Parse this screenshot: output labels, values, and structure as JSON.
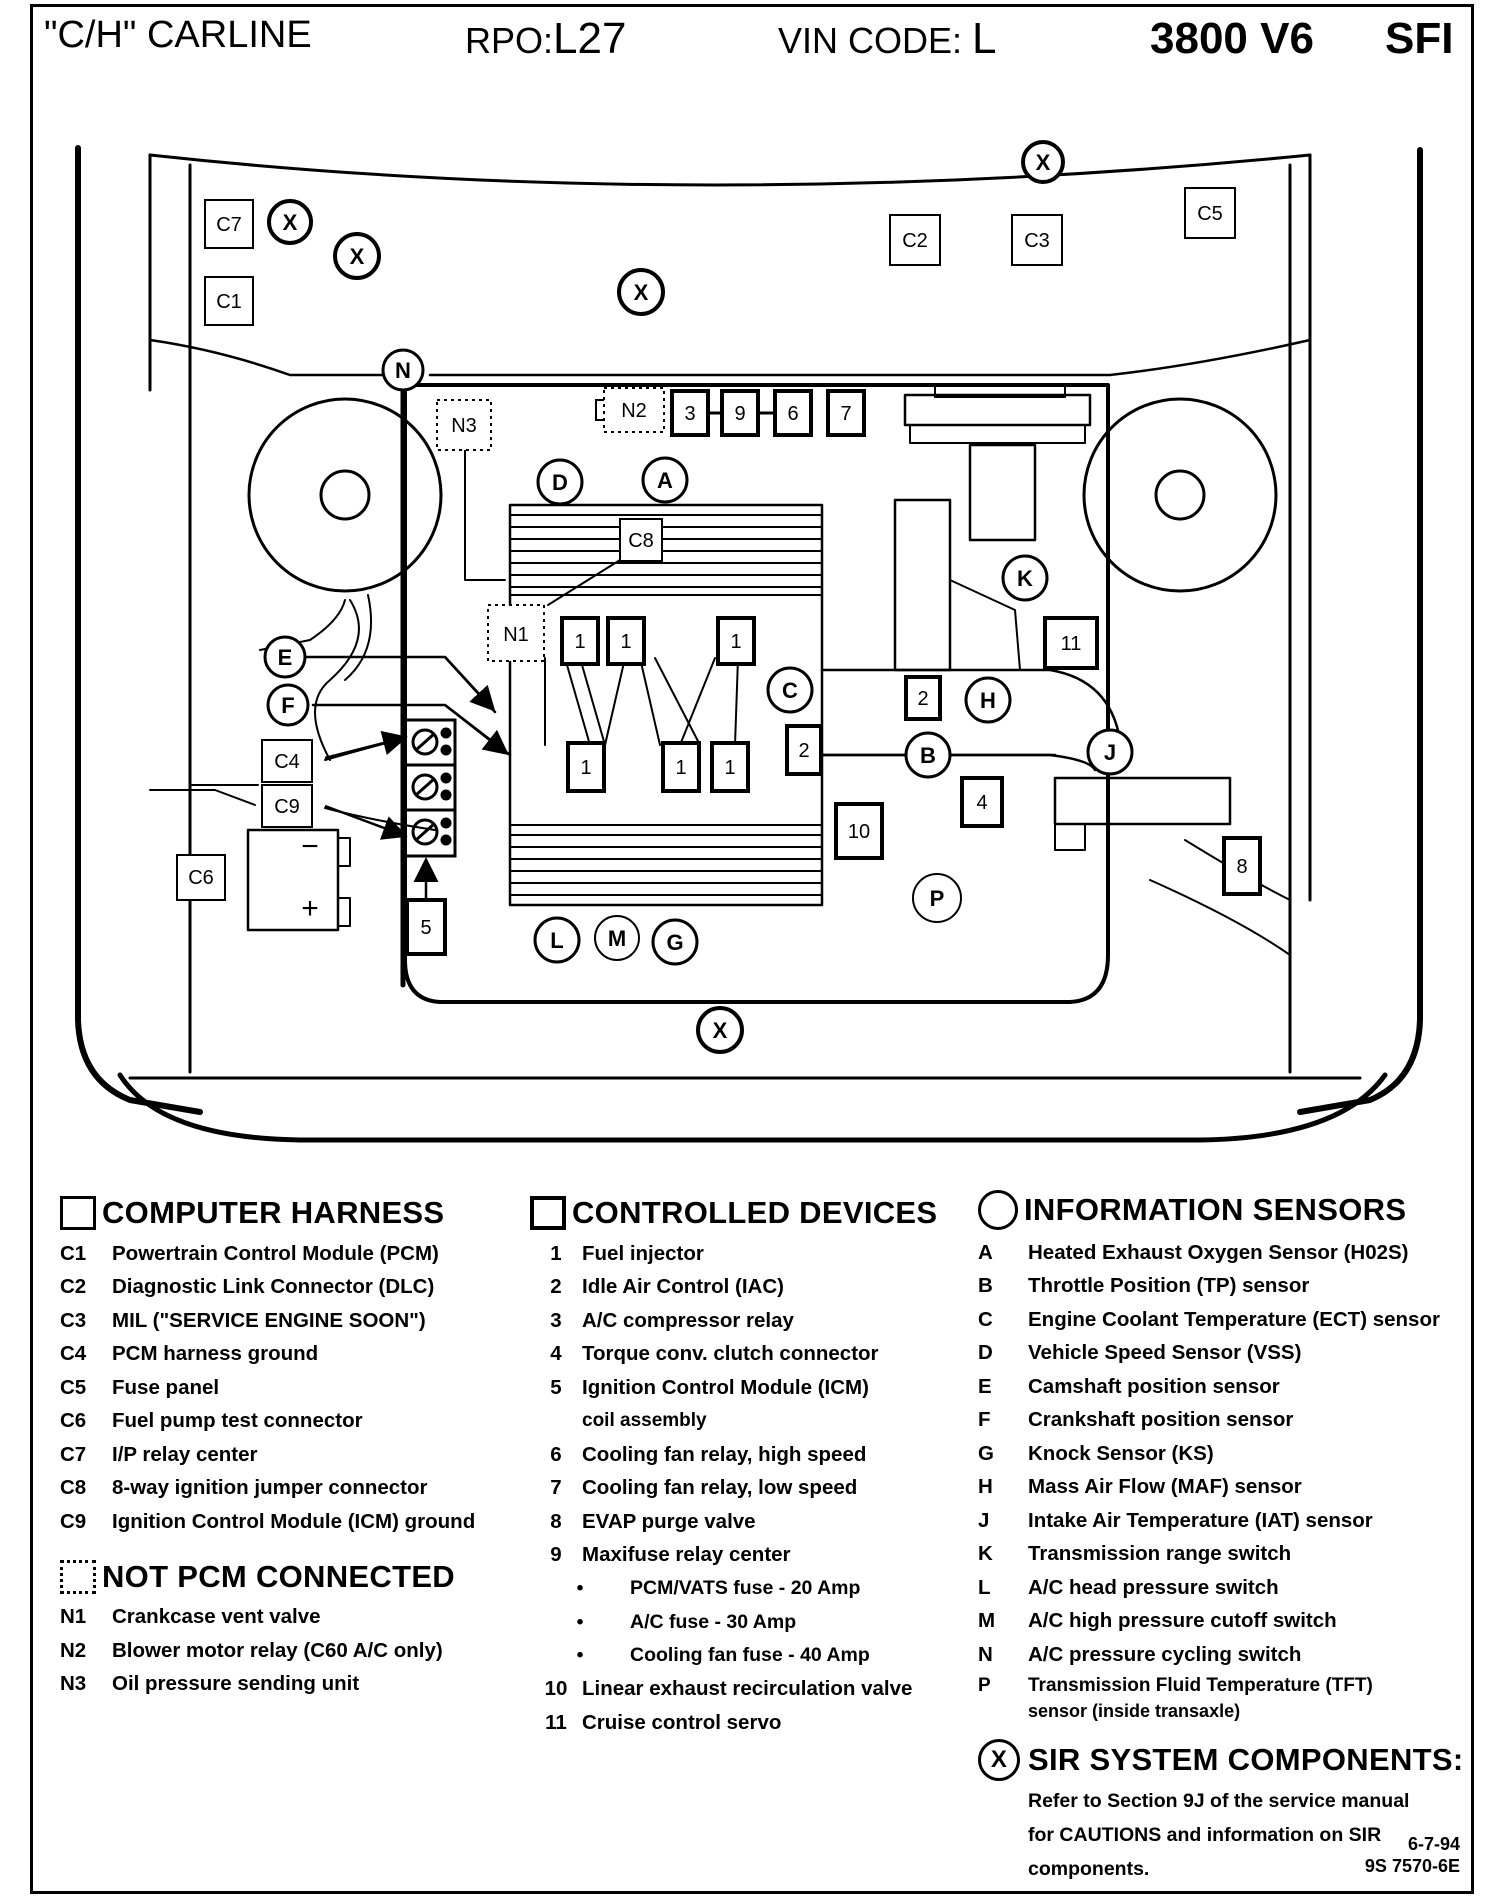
{
  "header": {
    "carline": "\"C/H\" CARLINE",
    "rpo_label": "RPO:",
    "rpo_value": "L27",
    "vin_label": "VIN CODE:",
    "vin_value": "L",
    "engine": "3800 V6",
    "injection": "SFI"
  },
  "diagram": {
    "labels": {
      "C1": "C1",
      "C2": "C2",
      "C3": "C3",
      "C4": "C4",
      "C5": "C5",
      "C6": "C6",
      "C7": "C7",
      "C8": "C8",
      "C9": "C9",
      "N1": "N1",
      "N2": "N2",
      "N3": "N3",
      "d1": "1",
      "d2": "2",
      "d3": "3",
      "d4": "4",
      "d5": "5",
      "d6": "6",
      "d7": "7",
      "d8": "8",
      "d9": "9",
      "d10": "10",
      "d11": "11",
      "A": "A",
      "B": "B",
      "C": "C",
      "D": "D",
      "E": "E",
      "F": "F",
      "G": "G",
      "H": "H",
      "J": "J",
      "K": "K",
      "L": "L",
      "M": "M",
      "N": "N",
      "P": "P",
      "X": "X",
      "minus": "−",
      "plus": "+"
    }
  },
  "legend": {
    "computer_harness": {
      "title": "COMPUTER HARNESS",
      "items": [
        {
          "code": "C1",
          "text": "Powertrain Control Module (PCM)"
        },
        {
          "code": "C2",
          "text": "Diagnostic Link Connector (DLC)"
        },
        {
          "code": "C3",
          "text": "MIL (\"SERVICE ENGINE SOON\")"
        },
        {
          "code": "C4",
          "text": "PCM harness ground"
        },
        {
          "code": "C5",
          "text": "Fuse panel"
        },
        {
          "code": "C6",
          "text": "Fuel pump test connector"
        },
        {
          "code": "C7",
          "text": "I/P relay center"
        },
        {
          "code": "C8",
          "text": "8-way ignition jumper connector"
        },
        {
          "code": "C9",
          "text": "Ignition Control Module (ICM) ground"
        }
      ]
    },
    "not_pcm_connected": {
      "title": "NOT PCM CONNECTED",
      "items": [
        {
          "code": "N1",
          "text": "Crankcase vent valve"
        },
        {
          "code": "N2",
          "text": "Blower motor relay (C60 A/C only)"
        },
        {
          "code": "N3",
          "text": "Oil pressure sending unit"
        }
      ]
    },
    "controlled_devices": {
      "title": "CONTROLLED DEVICES",
      "items": [
        {
          "code": "1",
          "text": "Fuel injector"
        },
        {
          "code": "2",
          "text": "Idle Air Control (IAC)"
        },
        {
          "code": "3",
          "text": "A/C compressor relay"
        },
        {
          "code": "4",
          "text": "Torque conv. clutch connector"
        },
        {
          "code": "5",
          "text": "Ignition Control Module (ICM)"
        },
        {
          "code": "",
          "text": "coil assembly"
        },
        {
          "code": "6",
          "text": "Cooling fan relay,  high speed"
        },
        {
          "code": "7",
          "text": "Cooling fan relay,  low speed"
        },
        {
          "code": "8",
          "text": "EVAP purge valve"
        },
        {
          "code": "9",
          "text": "Maxifuse relay center"
        },
        {
          "code": "•",
          "text": "PCM/VATS fuse - 20 Amp"
        },
        {
          "code": "•",
          "text": "A/C fuse - 30 Amp"
        },
        {
          "code": "•",
          "text": "Cooling fan fuse - 40 Amp"
        },
        {
          "code": "10",
          "text": "Linear exhaust recirculation valve"
        },
        {
          "code": "11",
          "text": "Cruise control servo"
        }
      ]
    },
    "information_sensors": {
      "title": "INFORMATION SENSORS",
      "items": [
        {
          "code": "A",
          "text": "Heated Exhaust Oxygen Sensor (H02S)"
        },
        {
          "code": "B",
          "text": "Throttle Position (TP) sensor"
        },
        {
          "code": "C",
          "text": "Engine Coolant Temperature (ECT) sensor"
        },
        {
          "code": "D",
          "text": "Vehicle  Speed Sensor (VSS)"
        },
        {
          "code": "E",
          "text": "Camshaft position sensor"
        },
        {
          "code": "F",
          "text": "Crankshaft position sensor"
        },
        {
          "code": "G",
          "text": "Knock Sensor (KS)"
        },
        {
          "code": "H",
          "text": "Mass Air Flow (MAF) sensor"
        },
        {
          "code": "J",
          "text": "Intake Air Temperature (IAT) sensor"
        },
        {
          "code": "K",
          "text": "Transmission range switch"
        },
        {
          "code": "L",
          "text": "A/C head pressure switch"
        },
        {
          "code": "M",
          "text": "A/C high pressure cutoff switch"
        },
        {
          "code": "N",
          "text": "A/C pressure cycling switch"
        },
        {
          "code": "P",
          "text": "Transmission Fluid Temperature (TFT)"
        },
        {
          "code": "",
          "text": "sensor (inside transaxle)"
        }
      ]
    },
    "sir": {
      "symbol": "X",
      "title": "SIR SYSTEM COMPONENTS:",
      "lines": [
        "Refer to Section 9J of the service manual",
        "for CAUTIONS and information on SIR",
        "components."
      ]
    }
  },
  "footer": {
    "date": "6-7-94",
    "doc_number": "9S 7570-6E"
  }
}
